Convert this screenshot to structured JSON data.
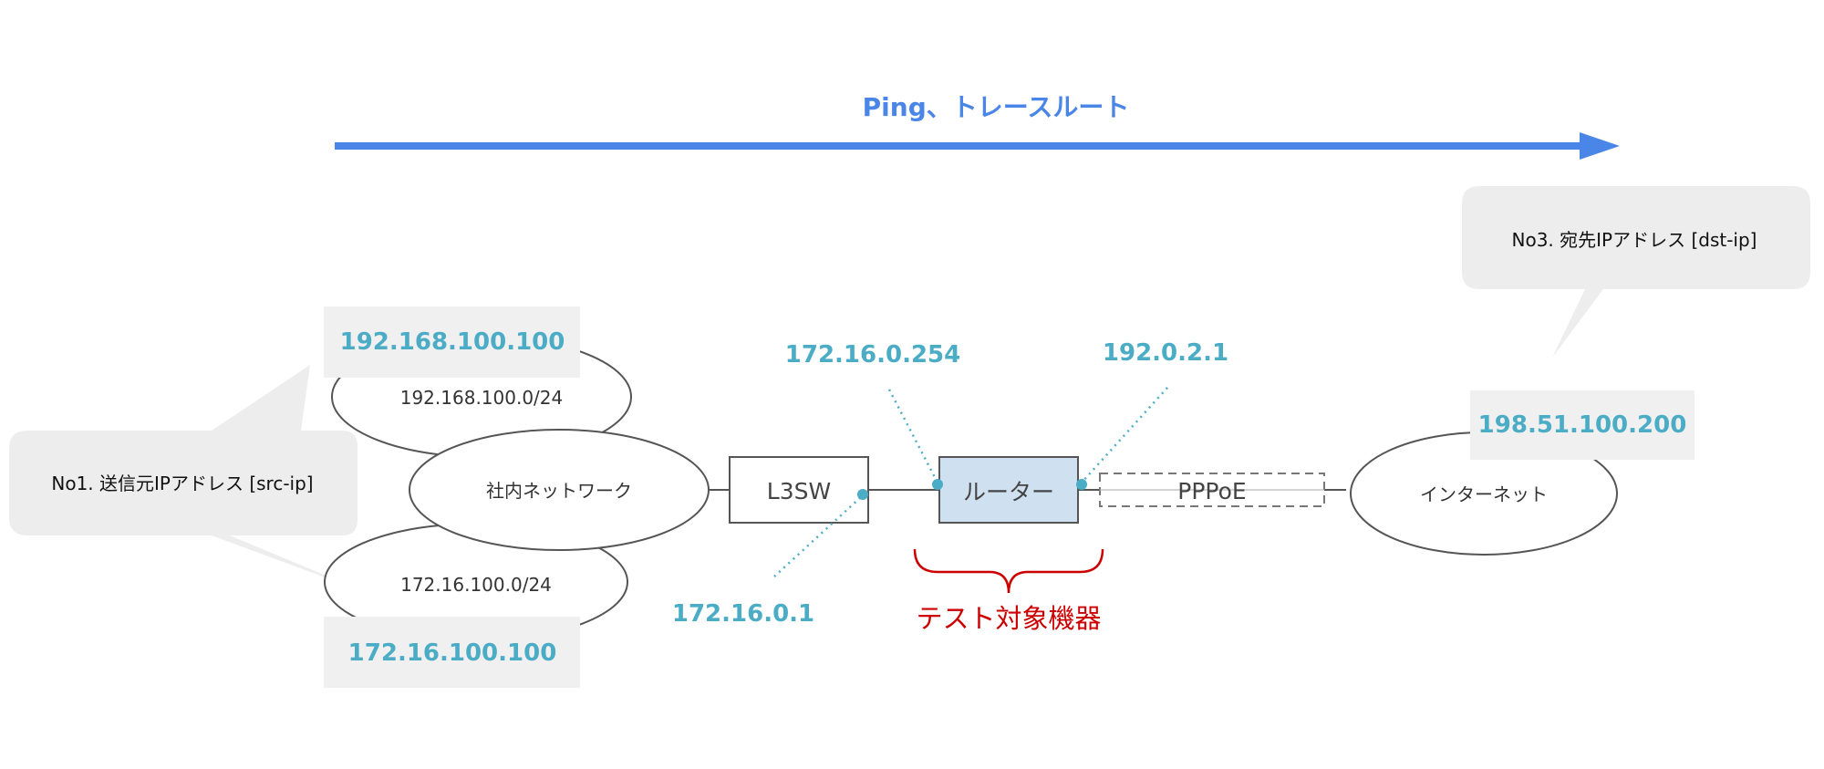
{
  "title": "Ping、トレースルート",
  "callouts": {
    "src": "No1. 送信元IPアドレス [src-ip]",
    "dst": "No3. 宛先IPアドレス [dst-ip]"
  },
  "networks": {
    "lan_a": "192.168.100.0/24",
    "internal": "社内ネットワーク",
    "lan_b": "172.16.100.0/24",
    "internet": "インターネット"
  },
  "devices": {
    "l3sw": "L3SW",
    "router": "ルーター",
    "pppoe": "PPPoE"
  },
  "ips": {
    "src_a": "192.168.100.100",
    "src_b": "172.16.100.100",
    "router_lan": "172.16.0.254",
    "router_wan": "192.0.2.1",
    "l3sw": "172.16.0.1",
    "dst": "198.51.100.200"
  },
  "test_target": "テスト対象機器",
  "colors": {
    "arrow": "#4a86e8",
    "ip_text": "#4bacc6",
    "label_box": "#f0f0f0",
    "router_fill": "#cfe0f1",
    "test_red": "#cc0000"
  }
}
